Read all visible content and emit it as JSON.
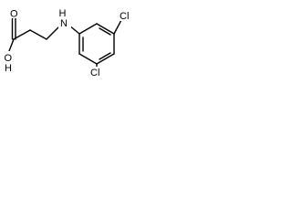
{
  "molecule": {
    "atoms": {
      "oxygen_carbonyl": "O",
      "oxygen_hydroxyl": "O",
      "hydroxyl_h": "H",
      "amine_n": "N",
      "amine_h": "H",
      "chlorine_top": "Cl",
      "chlorine_bottom": "Cl"
    }
  }
}
